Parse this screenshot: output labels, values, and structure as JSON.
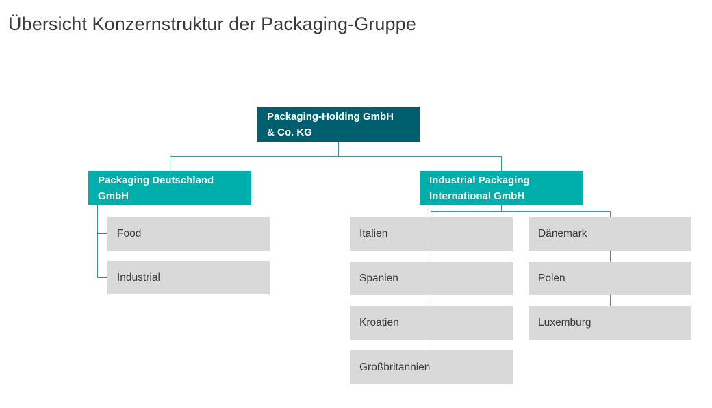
{
  "title": "Übersicht Konzernstruktur der Packaging-Gruppe",
  "holding": {
    "name_line1": "Packaging-Holding GmbH",
    "name_line2": "& Co. KG"
  },
  "subsidiaries": [
    {
      "name_line1": "Packaging Deutschland",
      "name_line2": "GmbH",
      "units": [
        "Food",
        "Industrial"
      ]
    },
    {
      "name_line1": "Industrial Packaging",
      "name_line2": "International GmbH",
      "countries_col1": [
        "Italien",
        "Spanien",
        "Kroatien",
        "Großbritannien"
      ],
      "countries_col2": [
        "Dänemark",
        "Polen",
        "Luxemburg"
      ]
    }
  ],
  "colors": {
    "holding": "#005f6e",
    "subsidiary": "#00aeab",
    "leaf": "#d9d9d9",
    "connector": "#3a8fa0"
  }
}
